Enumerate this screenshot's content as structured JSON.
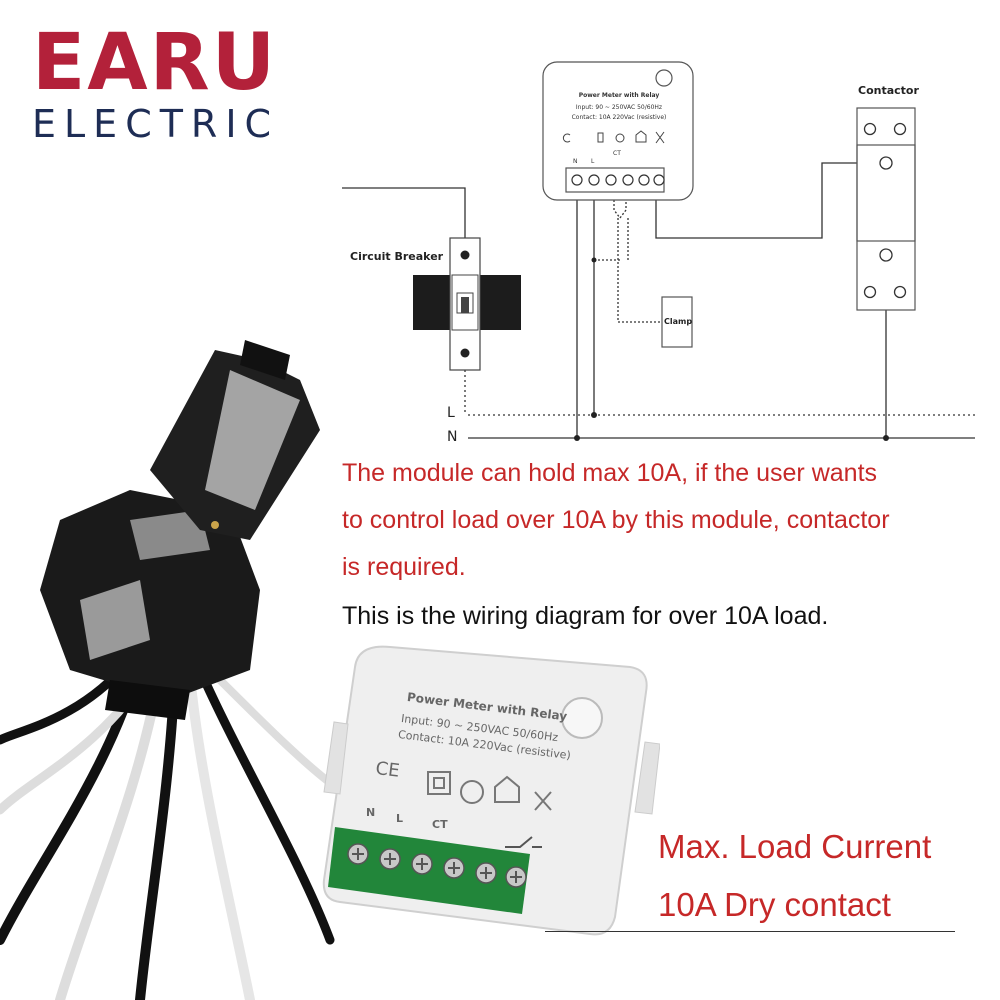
{
  "brand": {
    "name": "EARU",
    "tagline": "ELECTRIC",
    "primary_color": "#b3213a",
    "secondary_color": "#1e2d55"
  },
  "diagram": {
    "module": {
      "title": "Power Meter with Relay",
      "input": "Input: 90 ~ 250VAC 50/60Hz",
      "contact": "Contact: 10A 220Vac (resistive)",
      "terminal_n": "N",
      "terminal_l": "L",
      "ct": "CT"
    },
    "contactor_label": "Contactor",
    "breaker_label": "Circuit Breaker",
    "clamp_label": "Clamp",
    "line_l": "L",
    "line_n": "N"
  },
  "note": {
    "line1": "The module can hold max 10A, if the user wants",
    "line2": "to control load over 10A by this module, contactor",
    "line3": "is required.",
    "accent_color": "#c62828"
  },
  "wiring_caption": "This is the wiring diagram for over 10A load.",
  "product": {
    "title": "Power Meter with Relay",
    "input": "Input: 90 ~ 250VAC 50/60Hz",
    "contact": "Contact: 10A 220Vac (resistive)",
    "terminal_n": "N",
    "terminal_l": "L",
    "ct": "CT",
    "ce_mark": "CE"
  },
  "specs": {
    "line1": "Max. Load Current",
    "line2": "10A Dry contact"
  }
}
